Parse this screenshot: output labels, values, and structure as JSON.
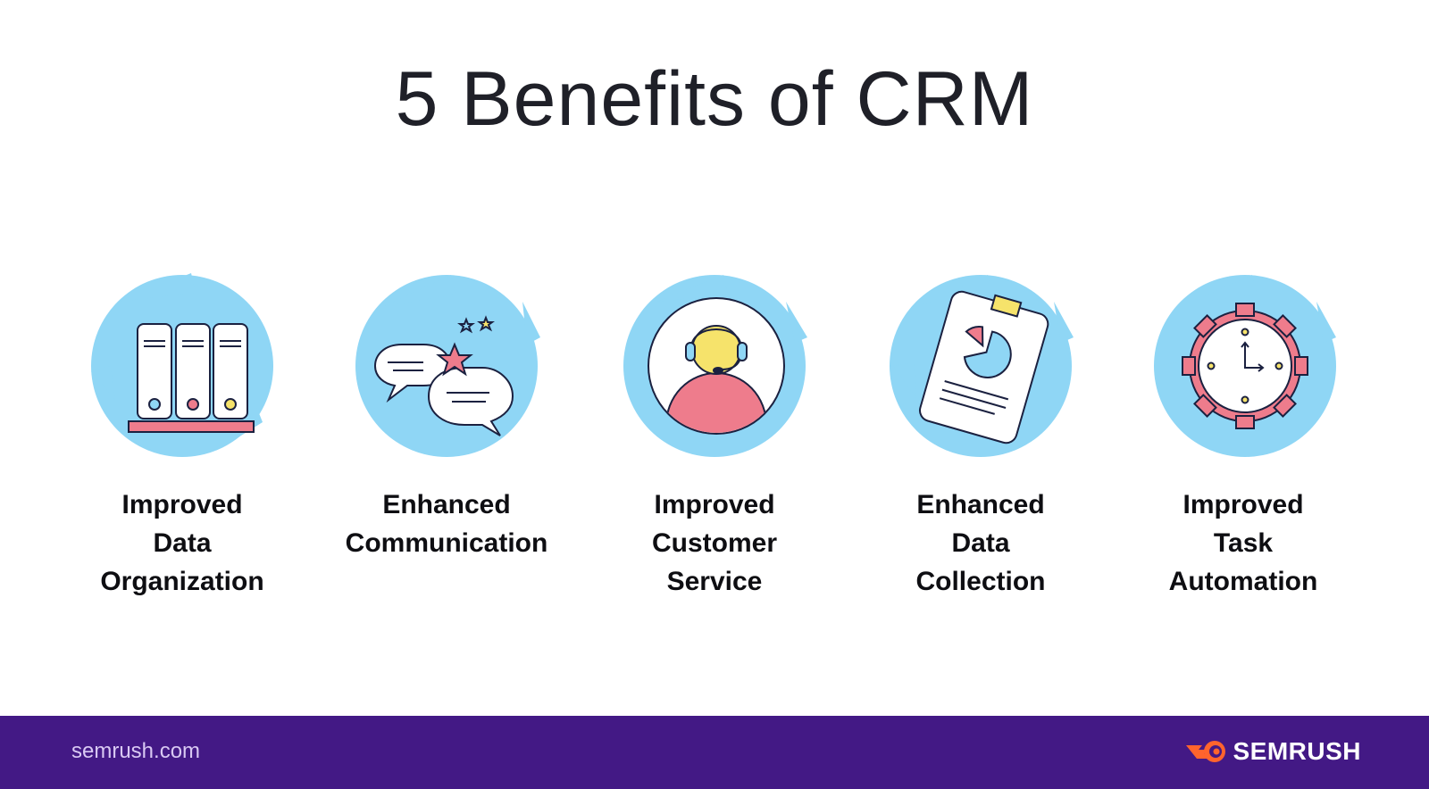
{
  "title": "5 Benefits of CRM",
  "colors": {
    "title": "#1f2028",
    "circle_bg": "#8fd6f5",
    "accent_pink": "#ee7c8c",
    "accent_yellow": "#f6e36b",
    "accent_blue": "#8fd6f5",
    "outline": "#1b2140",
    "footer_bg": "#431985",
    "brand_orange": "#ff642d"
  },
  "benefits": [
    {
      "icon": "binders-icon",
      "label": "Improved\nData\nOrganization"
    },
    {
      "icon": "chat-bubbles-star-icon",
      "label": "Enhanced\nCommunication"
    },
    {
      "icon": "customer-support-headset-icon",
      "label": "Improved\nCustomer\nService"
    },
    {
      "icon": "report-pie-chart-icon",
      "label": "Enhanced\nData\nCollection"
    },
    {
      "icon": "gear-clock-icon",
      "label": "Improved\nTask\nAutomation"
    }
  ],
  "footer": {
    "site": "semrush.com",
    "brand": "SEMRUSH",
    "brand_icon": "semrush-fireball-icon"
  }
}
